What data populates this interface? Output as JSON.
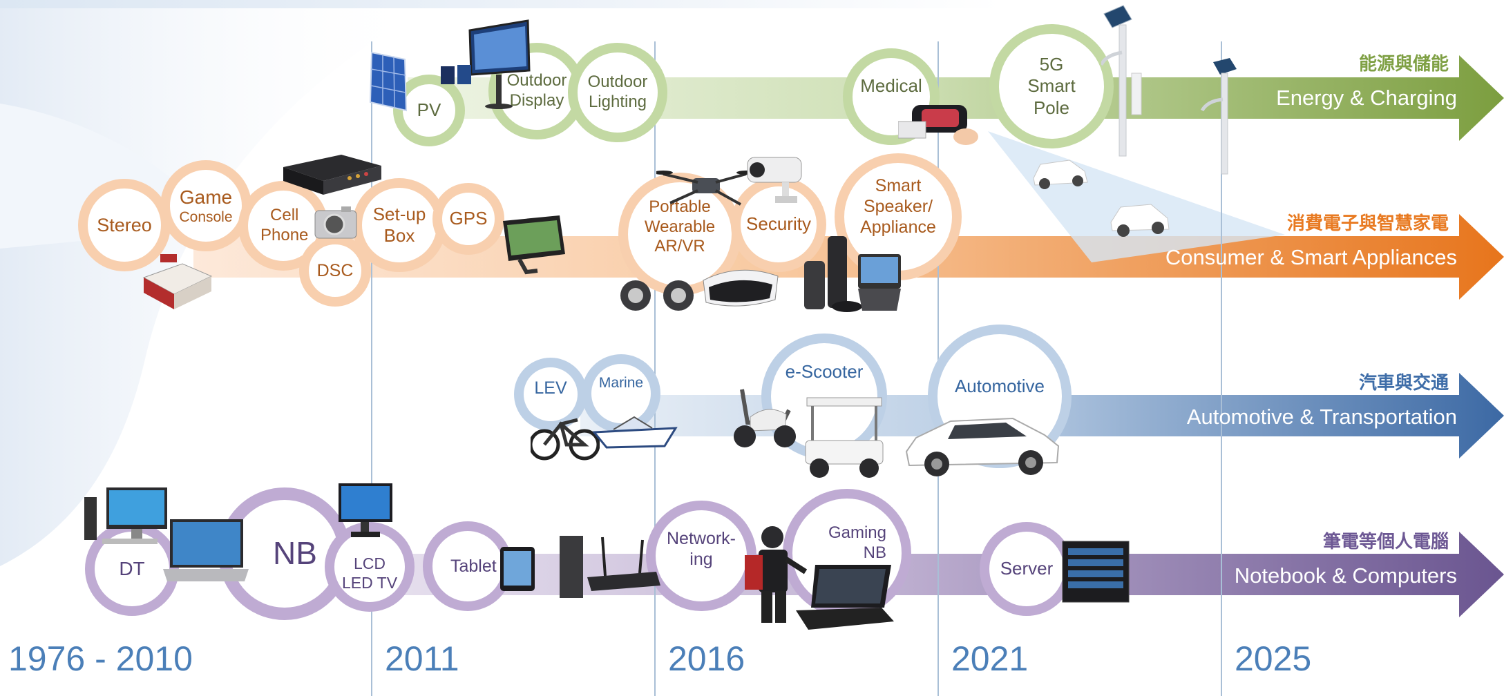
{
  "years": [
    "1976 - 2010",
    "2011",
    "2016",
    "2021",
    "2025"
  ],
  "colors": {
    "energy": "#7fa044",
    "consumer": "#e87a21",
    "automotive": "#3e6da8",
    "notebook": "#6d5894",
    "year_text": "#4b7fb8"
  },
  "tracks": [
    {
      "id": "energy",
      "zh": "能源與儲能",
      "en": "Energy & Charging",
      "items": [
        "PV",
        "Outdoor Display",
        "Outdoor Lighting",
        "Medical",
        "5G Smart Pole"
      ]
    },
    {
      "id": "consumer",
      "zh": "消費電子與智慧家電",
      "en": "Consumer & Smart Appliances",
      "items": [
        "Stereo",
        "Game Console",
        "Cell Phone",
        "DSC",
        "Set-up Box",
        "GPS",
        "Portable Wearable AR/VR",
        "Security",
        "Smart Speaker/ Appliance"
      ]
    },
    {
      "id": "automotive",
      "zh": "汽車與交通",
      "en": "Automotive & Transportation",
      "items": [
        "LEV",
        "Marine",
        "e-Scooter",
        "Automotive"
      ]
    },
    {
      "id": "notebook",
      "zh": "筆電等個人電腦",
      "en": "Notebook & Computers",
      "items": [
        "DT",
        "NB",
        "LCD LED TV",
        "Tablet",
        "Network- ing",
        "Gaming NB",
        "Server"
      ]
    }
  ],
  "labels": {
    "pv": "PV",
    "outdoor_display_1": "Outdoor",
    "outdoor_display_2": "Display",
    "outdoor_lighting_1": "Outdoor",
    "outdoor_lighting_2": "Lighting",
    "medical": "Medical",
    "pole_1": "5G",
    "pole_2": "Smart",
    "pole_3": "Pole",
    "stereo": "Stereo",
    "game_1": "Game",
    "game_2": "Console",
    "cell_1": "Cell",
    "cell_2": "Phone",
    "dsc": "DSC",
    "setup_1": "Set-up",
    "setup_2": "Box",
    "gps": "GPS",
    "wear_1": "Portable",
    "wear_2": "Wearable",
    "wear_3": "AR/VR",
    "security": "Security",
    "speaker_1": "Smart",
    "speaker_2": "Speaker/",
    "speaker_3": "Appliance",
    "lev": "LEV",
    "marine": "Marine",
    "escooter": "e-Scooter",
    "automotive": "Automotive",
    "dt": "DT",
    "nb": "NB",
    "lcd_1": "LCD",
    "lcd_2": "LED TV",
    "tablet": "Tablet",
    "net_1": "Network-",
    "net_2": "ing",
    "gaming_1": "Gaming",
    "gaming_2": "NB",
    "server": "Server"
  }
}
